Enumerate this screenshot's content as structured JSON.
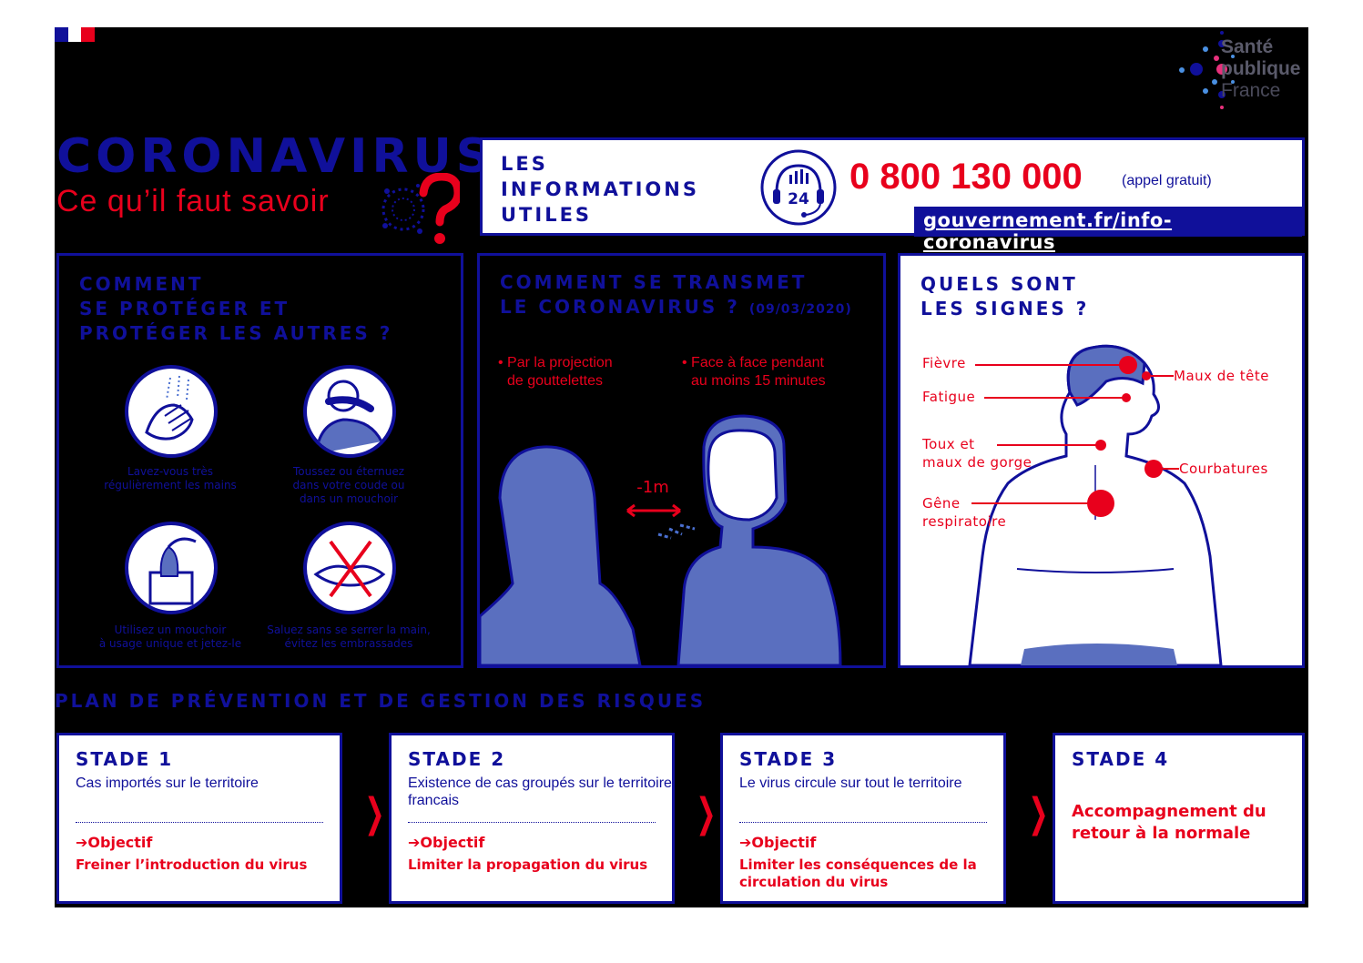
{
  "colors": {
    "navy": "#10109a",
    "red": "#e8001c",
    "blue_fill": "#5a6fbf",
    "bg": "#000000"
  },
  "logo": {
    "line1": "Santé",
    "line2": "publique",
    "line3": "France"
  },
  "header": {
    "title": "CORONAVIRUS",
    "subtitle": "Ce qu’il faut savoir"
  },
  "info": {
    "label_l1": "LES",
    "label_l2": "INFORMATIONS",
    "label_l3": "UTILES",
    "icon_label": "24",
    "phone": "0 800 130 000",
    "phone_note": "(appel gratuit)",
    "website": "gouvernement.fr/info-coronavirus"
  },
  "protect": {
    "title_l1": "COMMENT",
    "title_l2": "SE PROTÉGER ET",
    "title_l3": "PROTÉGER LES AUTRES ?",
    "tips": [
      {
        "icon": "hand-wash-icon",
        "caption_l1": "Lavez-vous très",
        "caption_l2": "régulièrement les mains",
        "caption_l3": ""
      },
      {
        "icon": "elbow-cough-icon",
        "caption_l1": "Toussez ou éternuez",
        "caption_l2": "dans votre coude ou",
        "caption_l3": "dans un mouchoir"
      },
      {
        "icon": "tissue-icon",
        "caption_l1": "Utilisez un mouchoir",
        "caption_l2": "à usage unique et jetez-le",
        "caption_l3": ""
      },
      {
        "icon": "no-handshake-icon",
        "caption_l1": "Saluez sans se serrer la main,",
        "caption_l2": "évitez les embrassades",
        "caption_l3": ""
      }
    ]
  },
  "transmit": {
    "title_l1": "COMMENT SE TRANSMET",
    "title_l2": "LE CORONAVIRUS ?",
    "date": "(09/03/2020)",
    "bullet1_l1": "• Par la projection",
    "bullet1_l2": "de gouttelettes",
    "bullet2_l1": "• Face à face pendant",
    "bullet2_l2": "au moins 15 minutes",
    "distance": "-1m"
  },
  "signs": {
    "title_l1": "QUELS SONT",
    "title_l2": "LES SIGNES ?",
    "fever": "Fièvre",
    "fatigue": "Fatigue",
    "cough_l1": "Toux et",
    "cough_l2": "maux de gorge",
    "breath_l1": "Gêne",
    "breath_l2": "respiratoire",
    "headache": "Maux de tête",
    "aches": "Courbatures"
  },
  "plan": {
    "title": "PLAN DE PRÉVENTION ET DE GESTION DES RISQUES",
    "objective_label": "Objectif",
    "stages": [
      {
        "name": "STADE 1",
        "desc": "Cas importés sur le territoire",
        "goal": "Freiner l’introduction du virus"
      },
      {
        "name": "STADE 2",
        "desc": "Existence de cas groupés sur le territoire francais",
        "goal": "Limiter la propagation du virus"
      },
      {
        "name": "STADE 3",
        "desc": "Le virus circule sur tout le territoire",
        "goal": "Limiter les conséquences de la circulation du virus"
      },
      {
        "name": "STADE 4",
        "desc": "",
        "goal": "Accompagnement du retour à la normale"
      }
    ],
    "chevron": "❯"
  }
}
